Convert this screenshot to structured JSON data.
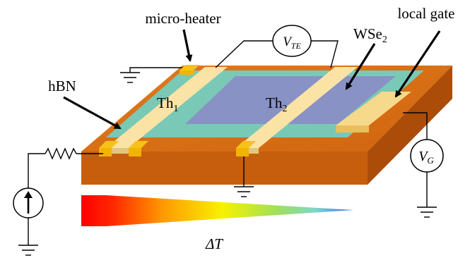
{
  "labels": {
    "micro_heater": "micro-heater",
    "local_gate": "local gate",
    "hbn": "hBN",
    "wse2_main": "WSe",
    "wse2_sub": "2",
    "th1_main": "Th",
    "th1_sub": "1",
    "th2_main": "Th",
    "th2_sub": "2",
    "vte_main": "V",
    "vte_sub": "TE",
    "vg_main": "V",
    "vg_sub": "G",
    "delta_t": "ΔT"
  },
  "colors": {
    "substrate_top": "#d96f15",
    "substrate_front": "#c05a0c",
    "substrate_side": "#a84a08",
    "hbn": "#6fd3c9",
    "wse2": "#8a8fc4",
    "electrode": "#fbe3a6",
    "pad": "#f6c21a",
    "gradient_hot": "#ff0000",
    "gradient_cold": "#3a6cff"
  },
  "icons": {
    "current_source": "current-source-icon",
    "resistor": "resistor-icon",
    "ground": "ground-icon",
    "voltmeter": "voltmeter-icon"
  }
}
